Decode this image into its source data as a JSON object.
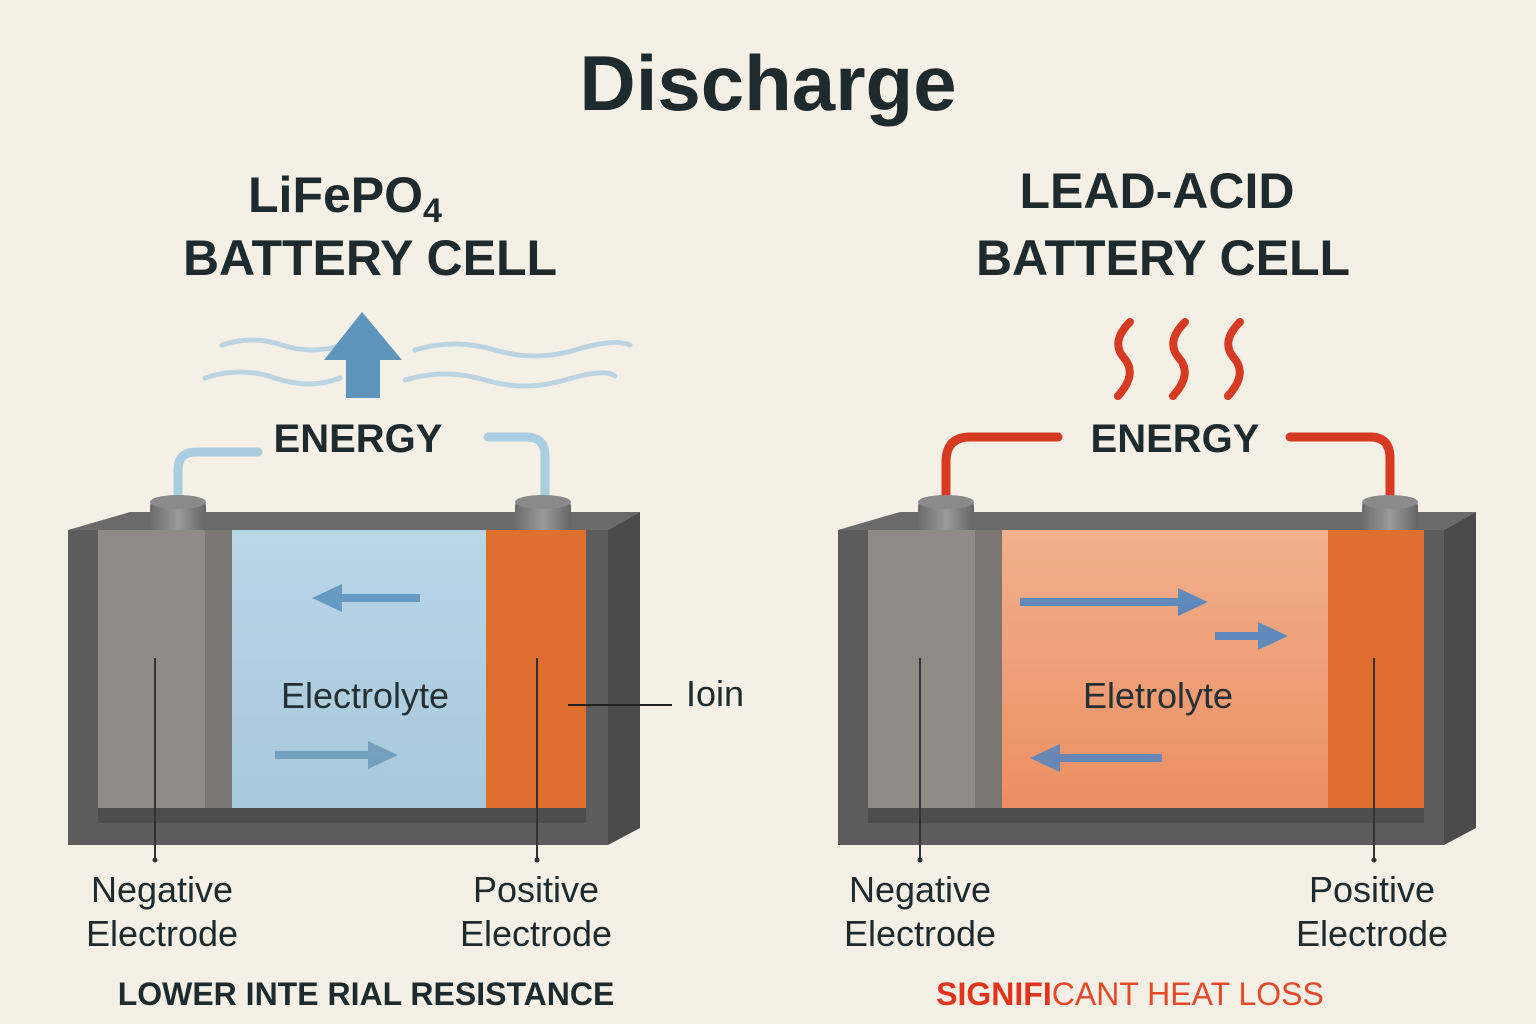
{
  "title": "Discharge",
  "left_cell": {
    "heading_line1_main": "LiFePO",
    "heading_line1_sub": "4",
    "heading_line2": "BATTERY CELL",
    "energy_label": "ENERGY",
    "electrolyte_label": "Electrolyte",
    "ion_label": "Ioin",
    "negative_label_line1": "Negative",
    "negative_label_line2": "Electrode",
    "positive_label_line1": "Positive",
    "positive_label_line2": "Electrode",
    "footer": "LOWER INTE RIAL RESISTANCE",
    "accent_color": "#6a9ec2",
    "electrolyte_color": "#bcd8e6"
  },
  "right_cell": {
    "heading_line1": "LEAD-ACID",
    "heading_line2": "BATTERY CELL",
    "energy_label": "ENERGY",
    "electrolyte_label": "Eletrolyte",
    "negative_label_line1": "Negative",
    "negative_label_line2": "Electrode",
    "positive_label_line1": "Positive",
    "positive_label_line2": "Electrode",
    "footer_part1": "SIGNIFI",
    "footer_part2": "CANT HEAT LOSS",
    "accent_color": "#d63a22",
    "electrolyte_color": "#eea07a"
  },
  "colors": {
    "casing": "#5b5b5b",
    "negative_electrode": "#8e8a86",
    "positive_electrode": "#de6f2f",
    "background": "#f5f0e6"
  }
}
